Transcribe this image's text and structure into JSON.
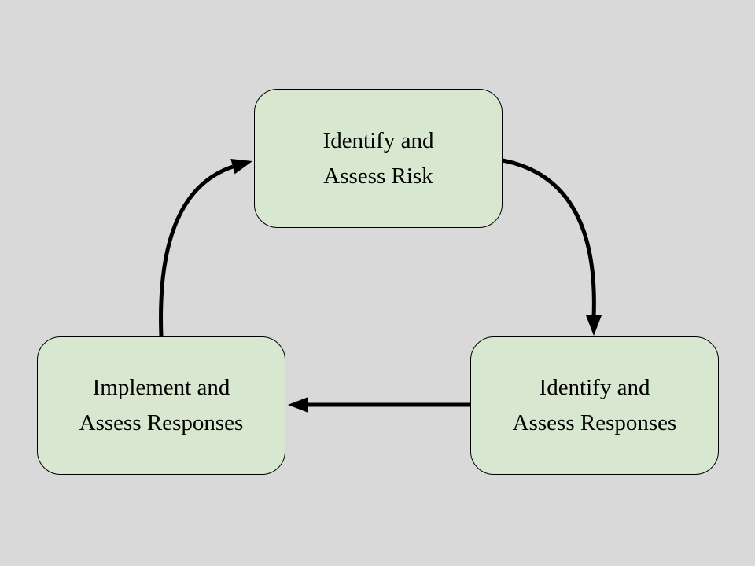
{
  "diagram": {
    "title": "risk-management-cycle",
    "background_color": "#d9d9d9",
    "node_fill_color": "#d8e8d0",
    "node_border_color": "#000000",
    "arrow_color": "#000000",
    "nodes": [
      {
        "id": "identify-assess-risk",
        "label": "Identify and\nAssess Risk",
        "position": "top-center"
      },
      {
        "id": "identify-assess-responses",
        "label": "Identify and\nAssess Responses",
        "position": "bottom-right"
      },
      {
        "id": "implement-assess-responses",
        "label": "Implement and\nAssess Responses",
        "position": "bottom-left"
      }
    ],
    "edges": [
      {
        "from": "identify-assess-risk",
        "to": "identify-assess-responses",
        "style": "curved-clockwise"
      },
      {
        "from": "identify-assess-responses",
        "to": "implement-assess-responses",
        "style": "straight-horizontal"
      },
      {
        "from": "implement-assess-responses",
        "to": "identify-assess-risk",
        "style": "curved-clockwise"
      }
    ]
  }
}
